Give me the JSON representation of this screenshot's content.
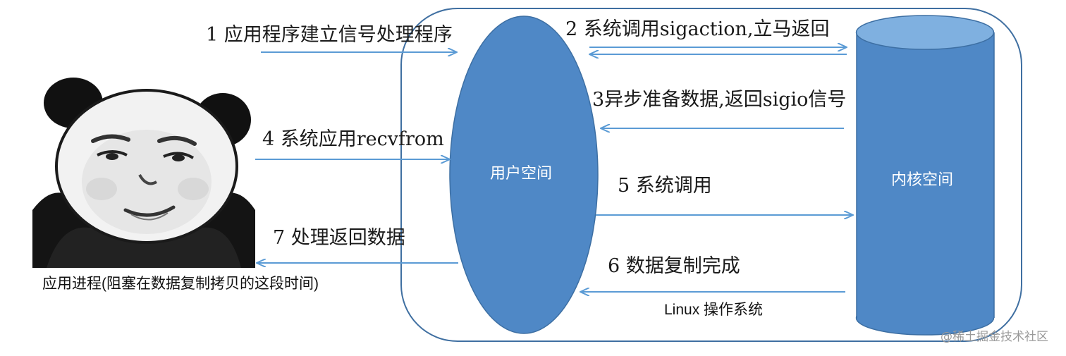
{
  "steps": {
    "s1": "1 应用程序建立信号处理程序",
    "s2": "2 系统调用sigaction,立马返回",
    "s3": "3异步准备数据,返回sigio信号",
    "s4": "4 系统应用recvfrom",
    "s5": "5 系统调用",
    "s6": "6 数据复制完成",
    "s7": "7 处理返回数据"
  },
  "shapes": {
    "user_space": "用户空间",
    "kernel_space": "内核空间"
  },
  "os_label": "Linux 操作系统",
  "process_caption": "应用进程(阻塞在数据复制拷贝的这段时间)",
  "watermark": "@稀土掘金技术社区",
  "colors": {
    "arrow": "#5b9bd5",
    "shape_fill": "#4f88c6",
    "shape_stroke": "#3d6fa3",
    "frame": "#3f6fa1",
    "cylinder_top": "#7fb0e0"
  },
  "image": {
    "subject": "panda-face meme"
  }
}
